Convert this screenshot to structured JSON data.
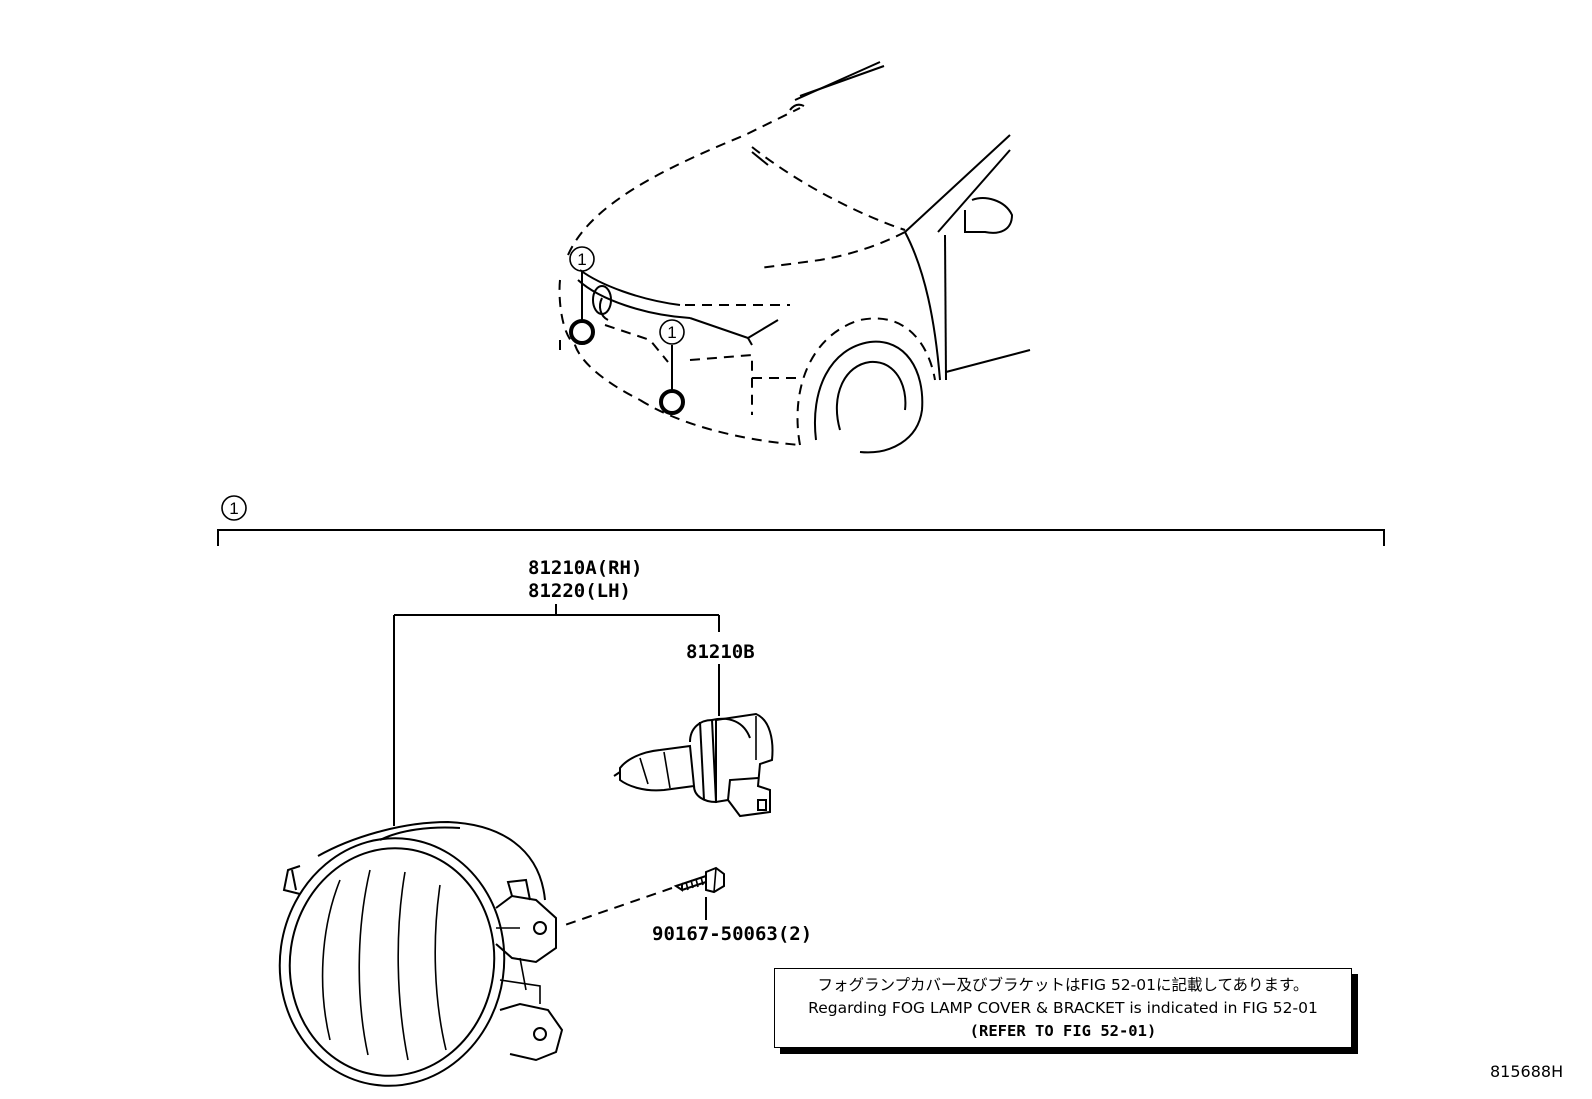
{
  "callouts": {
    "main": "1",
    "car_left": "1",
    "car_right": "1"
  },
  "parts": {
    "assembly_rh": "81210A(RH)",
    "assembly_lh": "81220(LH)",
    "bulb": "81210B",
    "screw": "90167-50063(2)"
  },
  "note": {
    "line_jp": "フォグランプカバー及びブラケットはFIG 52-01に記載してあります。",
    "line_en": "Regarding FOG LAMP COVER & BRACKET is indicated in FIG 52-01",
    "line_ref": "(REFER TO FIG 52-01)"
  },
  "figure_id": "815688H",
  "icons": [
    "car-front-outline",
    "fog-lamp-assembly",
    "fog-lamp-bulb",
    "mounting-screw"
  ]
}
